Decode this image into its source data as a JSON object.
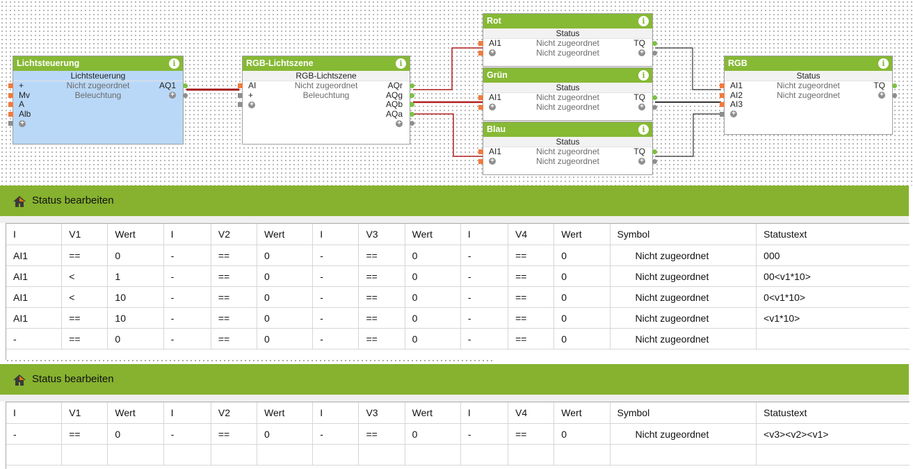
{
  "canvas": {
    "blocks": {
      "lichtsteuerung": {
        "title": "Lichtsteuerung",
        "subtitle": "Lichtsteuerung",
        "rows": [
          {
            "in": "+",
            "mid": "Nicht zugeordnet",
            "out": "AQ1"
          },
          {
            "in": "Mv",
            "mid": "Beleuchtung",
            "out": "+"
          },
          {
            "in": "A",
            "mid": "",
            "out": ""
          },
          {
            "in": "Alb",
            "mid": "",
            "out": ""
          },
          {
            "in": "+",
            "mid": "",
            "out": ""
          }
        ]
      },
      "rgb_lichtszene": {
        "title": "RGB-Lichtszene",
        "subtitle": "RGB-Lichtszene",
        "rows": [
          {
            "in": "AI",
            "mid": "Nicht zugeordnet",
            "out": "AQr"
          },
          {
            "in": "+",
            "mid": "Beleuchtung",
            "out": "AQg"
          },
          {
            "in": "+",
            "mid": "",
            "out": "AQb"
          },
          {
            "in": "",
            "mid": "",
            "out": "AQa"
          },
          {
            "in": "",
            "mid": "",
            "out": "+"
          }
        ]
      },
      "rot": {
        "title": "Rot",
        "subtitle": "Status",
        "rows": [
          {
            "in": "AI1",
            "mid": "Nicht zugeordnet",
            "out": "TQ"
          },
          {
            "in": "+",
            "mid": "Nicht zugeordnet",
            "out": "+"
          }
        ]
      },
      "gruen": {
        "title": "Grün",
        "subtitle": "Status",
        "rows": [
          {
            "in": "AI1",
            "mid": "Nicht zugeordnet",
            "out": "TQ"
          },
          {
            "in": "+",
            "mid": "Nicht zugeordnet",
            "out": "+"
          }
        ]
      },
      "blau": {
        "title": "Blau",
        "subtitle": "Status",
        "rows": [
          {
            "in": "AI1",
            "mid": "Nicht zugeordnet",
            "out": "TQ"
          },
          {
            "in": "+",
            "mid": "Nicht zugeordnet",
            "out": "+"
          }
        ]
      },
      "rgb": {
        "title": "RGB",
        "subtitle": "Status",
        "rows": [
          {
            "in": "AI1",
            "mid": "Nicht zugeordnet",
            "out": "TQ"
          },
          {
            "in": "AI2",
            "mid": "Nicht zugeordnet",
            "out": "+"
          },
          {
            "in": "AI3",
            "mid": "",
            "out": ""
          },
          {
            "in": "+",
            "mid": "",
            "out": ""
          }
        ]
      }
    },
    "info_glyph": "i"
  },
  "panel1": {
    "title": "Status bearbeiten",
    "columns": [
      "I",
      "V1",
      "Wert",
      "I",
      "V2",
      "Wert",
      "I",
      "V3",
      "Wert",
      "I",
      "V4",
      "Wert",
      "Symbol",
      "Statustext"
    ],
    "rows": [
      [
        "AI1",
        "==",
        "0",
        "-",
        "==",
        "0",
        "-",
        "==",
        "0",
        "-",
        "==",
        "0",
        "Nicht zugeordnet",
        "000"
      ],
      [
        "AI1",
        "<",
        "1",
        "-",
        "==",
        "0",
        "-",
        "==",
        "0",
        "-",
        "==",
        "0",
        "Nicht zugeordnet",
        "00<v1*10>"
      ],
      [
        "AI1",
        "<",
        "10",
        "-",
        "==",
        "0",
        "-",
        "==",
        "0",
        "-",
        "==",
        "0",
        "Nicht zugeordnet",
        "0<v1*10>"
      ],
      [
        "AI1",
        "==",
        "10",
        "-",
        "==",
        "0",
        "-",
        "==",
        "0",
        "-",
        "==",
        "0",
        "Nicht zugeordnet",
        "<v1*10>"
      ],
      [
        "-",
        "==",
        "0",
        "-",
        "==",
        "0",
        "-",
        "==",
        "0",
        "-",
        "==",
        "0",
        "Nicht zugeordnet",
        ""
      ]
    ]
  },
  "panel2": {
    "title": "Status bearbeiten",
    "columns": [
      "I",
      "V1",
      "Wert",
      "I",
      "V2",
      "Wert",
      "I",
      "V3",
      "Wert",
      "I",
      "V4",
      "Wert",
      "Symbol",
      "Statustext"
    ],
    "rows": [
      [
        "-",
        "==",
        "0",
        "-",
        "==",
        "0",
        "-",
        "==",
        "0",
        "-",
        "==",
        "0",
        "Nicht zugeordnet",
        "<v3><v2><v1>"
      ]
    ]
  },
  "colors": {
    "accent_green": "#86b934",
    "selected_block": "#b9d8f7",
    "wire_red": "#a01818",
    "pin_orange": "#f07b3f",
    "pin_green": "#7dc142"
  }
}
